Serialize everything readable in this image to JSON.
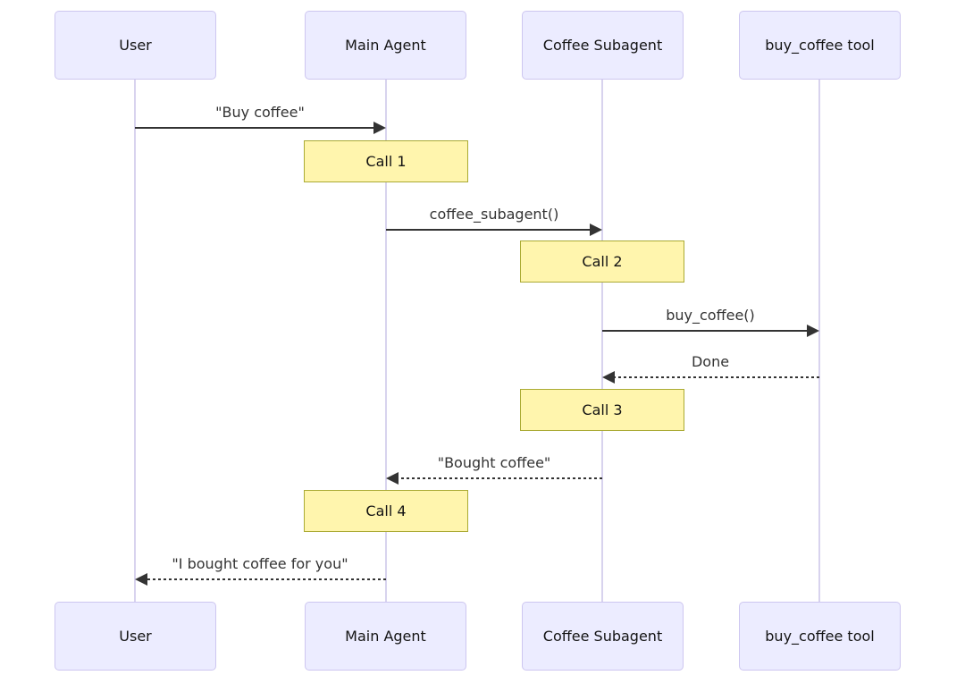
{
  "diagram": {
    "type": "sequence-diagram",
    "background": "#ffffff",
    "participants": [
      {
        "label": "User"
      },
      {
        "label": "Main Agent"
      },
      {
        "label": "Coffee Subagent"
      },
      {
        "label": "buy_coffee tool"
      }
    ],
    "messages": [
      {
        "label": "\"Buy coffee\"",
        "from": "User",
        "to": "Main Agent",
        "line": "solid"
      },
      {
        "label": "coffee_subagent()",
        "from": "Main Agent",
        "to": "Coffee Subagent",
        "line": "solid"
      },
      {
        "label": "buy_coffee()",
        "from": "Coffee Subagent",
        "to": "buy_coffee tool",
        "line": "solid"
      },
      {
        "label": "Done",
        "from": "buy_coffee tool",
        "to": "Coffee Subagent",
        "line": "dashed"
      },
      {
        "label": "\"Bought coffee\"",
        "from": "Coffee Subagent",
        "to": "Main Agent",
        "line": "dashed"
      },
      {
        "label": "\"I bought coffee for you\"",
        "from": "Main Agent",
        "to": "User",
        "line": "dashed"
      }
    ],
    "notes": [
      {
        "label": "Call 1",
        "over": "Main Agent"
      },
      {
        "label": "Call 2",
        "over": "Coffee Subagent"
      },
      {
        "label": "Call 3",
        "over": "Coffee Subagent"
      },
      {
        "label": "Call 4",
        "over": "Main Agent"
      }
    ],
    "colors": {
      "actor_fill": "#ECECFF",
      "actor_border": "#CDC6F0",
      "lifeline": "#D8D3EE",
      "note_fill": "#FFF5AD",
      "note_border": "#AAAA33",
      "arrow": "#333333",
      "text": "#141414"
    }
  }
}
